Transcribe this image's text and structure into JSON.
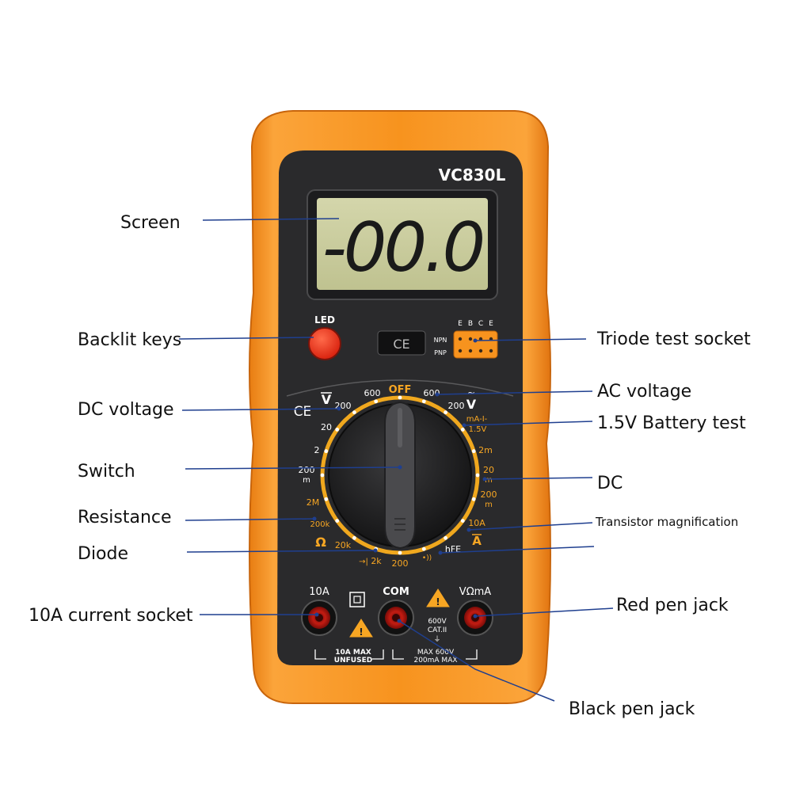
{
  "device": {
    "model": "VC830L",
    "display_reading": "-00.0",
    "led_label": "LED",
    "ce_mark": "CE",
    "npn": "NPN",
    "pnp": "PNP",
    "transistor_pins": [
      "E",
      "B",
      "C",
      "E"
    ],
    "dial": {
      "off": "OFF",
      "dcv_symbol": "V",
      "acv_symbol": "V",
      "dcv_600": "600",
      "dcv_200": "200",
      "dcv_20": "20",
      "dcv_2": "2",
      "dcv_200m": "200",
      "dcv_m": "m",
      "acv_600": "600",
      "acv_200": "200",
      "battery_label": "mA-I-",
      "battery_value": "1.5V",
      "dca_2m": "2m",
      "dca_20m": "20",
      "dca_20m_unit": "m",
      "dca_200m": "200",
      "dca_200m_unit": "m",
      "dca_10a": "10A",
      "dca_a": "A",
      "hfe": "hFE",
      "buzz": "•))",
      "ohm_2m": "2M",
      "ohm_200k": "200k",
      "ohm_symbol": "Ω",
      "ohm_20k": "20k",
      "ohm_2k": "2k",
      "ohm_200": "200",
      "diode": "→|"
    },
    "jacks": {
      "a10": "10A",
      "com": "COM",
      "vohm": "VΩmA",
      "rating_600v": "600V",
      "cat": "CAT.II",
      "a10_note_1": "10A MAX",
      "a10_note_2": "UNFUSED",
      "vohm_note_1": "MAX 600V",
      "vohm_note_2": "200mA MAX"
    }
  },
  "callouts": {
    "screen": "Screen",
    "backlit_keys": "Backlit keys",
    "dc_voltage": "DC voltage",
    "switch": "Switch",
    "resistance": "Resistance",
    "diode": "Diode",
    "current_socket": "10A current socket",
    "triode_socket": "Triode test socket",
    "ac_voltage": "AC voltage",
    "battery_test": "1.5V Battery test",
    "dc": "DC",
    "transistor": "Transistor magnification",
    "red_pen": "Red pen jack",
    "black_pen": "Black pen jack"
  },
  "colors": {
    "orange": "#f7931e",
    "panel": "#2a2a2c",
    "lcd": "#c9cc9e",
    "dial_ring": "#f0a81e",
    "callout_line": "#1f3f8f",
    "led_button": "#e8301e"
  }
}
